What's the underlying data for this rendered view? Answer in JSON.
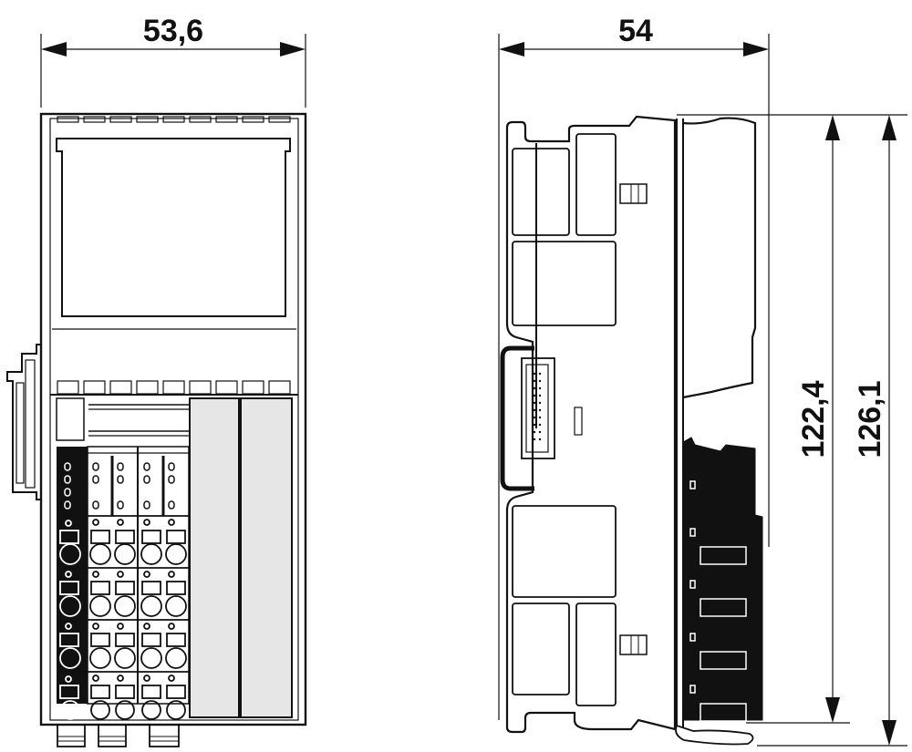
{
  "drawing": {
    "type": "technical dimension drawing",
    "colors": {
      "line": "#111111",
      "fill_grey": "#e6e6e6",
      "fill_black": "#111111",
      "background": "#ffffff"
    },
    "front_view": {
      "width_dimension": "53,6"
    },
    "side_view": {
      "depth_dimension": "54",
      "height_dimension_inner": "122,4",
      "height_dimension_outer": "126,1"
    }
  }
}
